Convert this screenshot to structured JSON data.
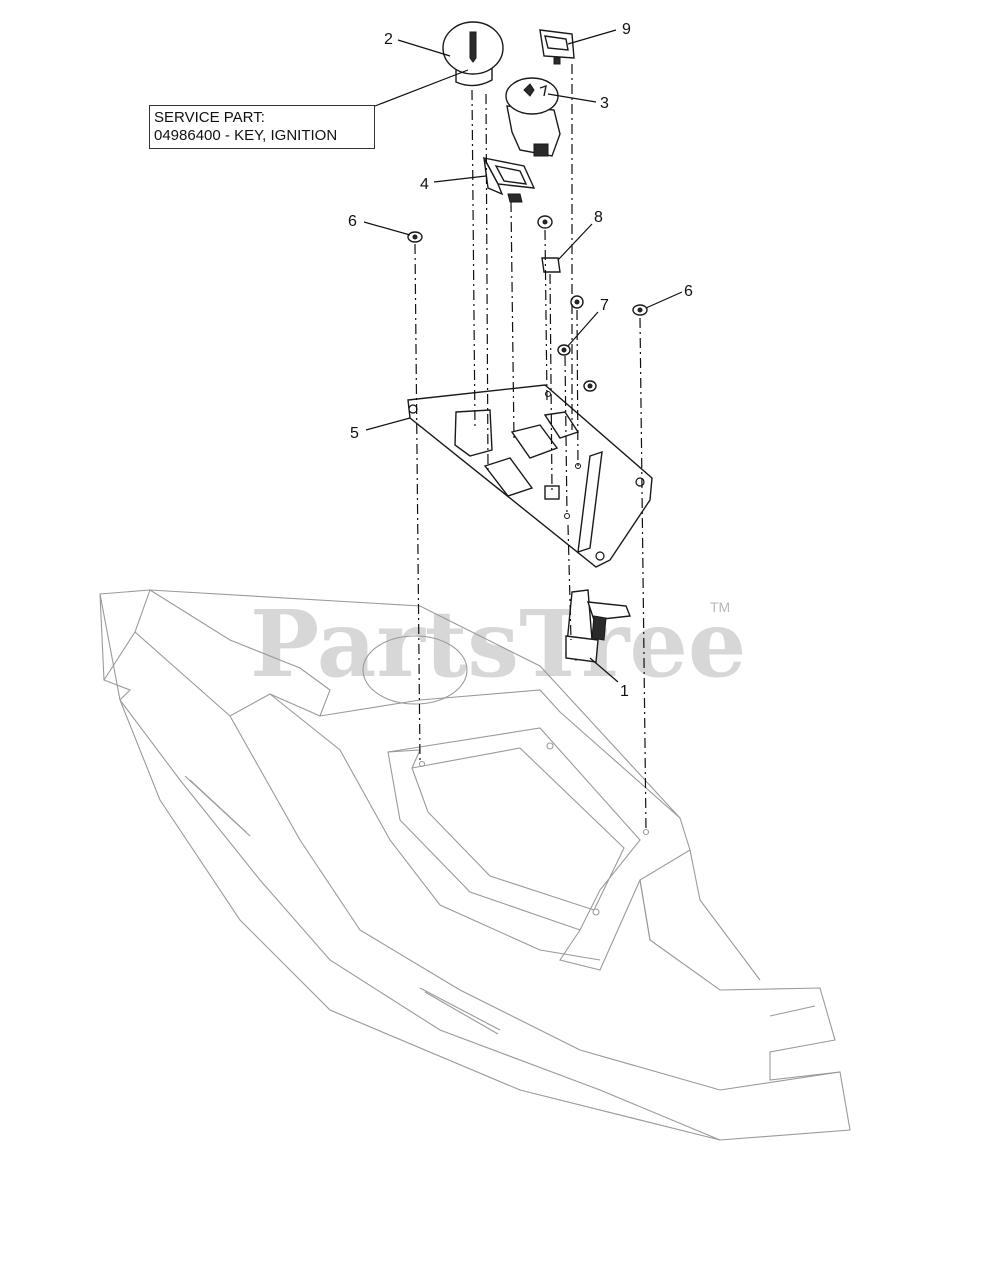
{
  "service_part": {
    "line1": "SERVICE PART:",
    "line2": "04986400 - KEY, IGNITION"
  },
  "watermark": {
    "text": "PartsTree",
    "tm": "TM"
  },
  "callouts": {
    "c1": "1",
    "c2": "2",
    "c3": "3",
    "c4": "4",
    "c5": "5",
    "c6a": "6",
    "c6b": "6",
    "c7": "7",
    "c8": "8",
    "c9": "9"
  }
}
